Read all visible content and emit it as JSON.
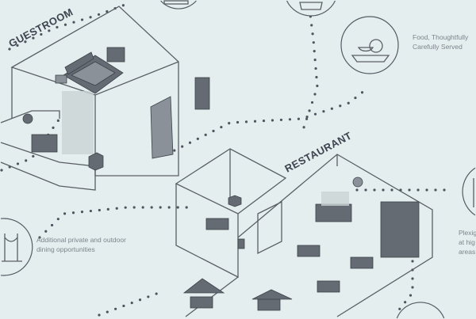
{
  "labels": {
    "guestroom": "GUESTROOM",
    "restaurant": "RESTAURANT"
  },
  "callouts": [
    {
      "icon": "food-plate-icon",
      "lines": [
        "Food, Thoughtfully",
        "Carefully Served"
      ]
    },
    {
      "icon": "stanchion-icon",
      "lines": [
        "Additional private and outdoor",
        "dining opportunities"
      ]
    },
    {
      "icon": "plexiglass-icon",
      "lines": [
        "Plexig",
        "at hig",
        "areas"
      ]
    }
  ],
  "colors": {
    "background": "#e4eeee",
    "line": "#5a5f66",
    "furniture": "#646b73"
  }
}
